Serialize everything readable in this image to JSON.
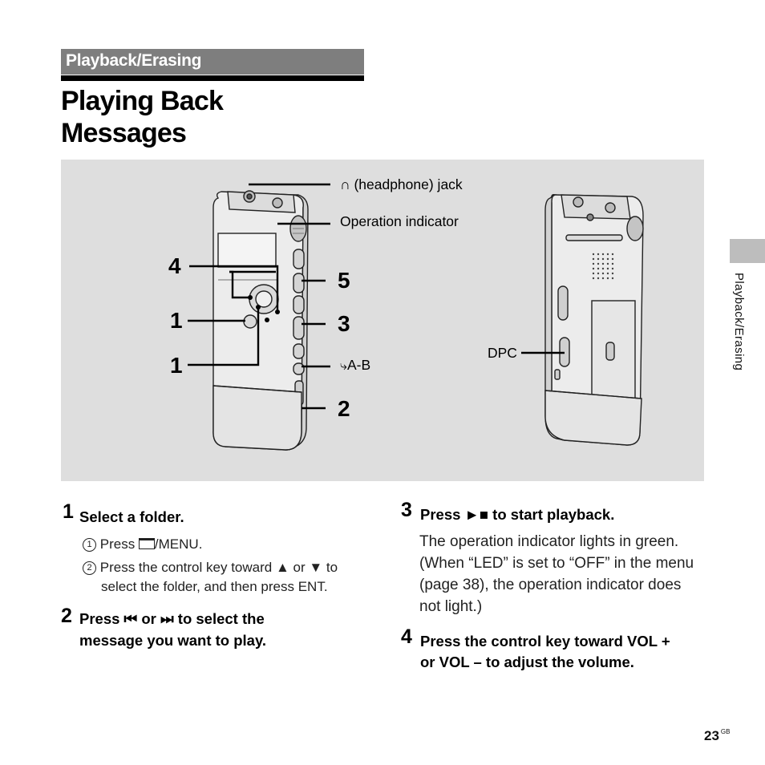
{
  "section": {
    "label": "Playback/Erasing"
  },
  "title": {
    "line1": "Playing Back",
    "line2": "Messages"
  },
  "figure": {
    "callouts": {
      "headphone": "∩ (headphone) jack",
      "indicator": "Operation indicator",
      "ab": "A-B",
      "dpc": "DPC"
    },
    "numbers": {
      "n4": "4",
      "n1a": "1",
      "n1b": "1",
      "n5": "5",
      "n3": "3",
      "n2": "2"
    }
  },
  "sidebar": {
    "tab_text": "Playback/Erasing"
  },
  "steps": {
    "s1": {
      "number": "1",
      "heading": "Select a folder.",
      "sub1_mark": "1",
      "sub1_text_a": "Press ",
      "sub1_text_b": "/MENU.",
      "sub2_mark": "2",
      "sub2_line1": "Press the control key toward ▲ or ▼ to",
      "sub2_line2": "select the folder, and then press ENT."
    },
    "s2": {
      "number": "2",
      "line1_a": "Press ",
      "line1_b": " or ",
      "line1_c": " to select the",
      "line2": "message you want to play."
    },
    "s3": {
      "number": "3",
      "heading_a": "Press ",
      "heading_b": " to start playback.",
      "body1": "The operation indicator lights in green.",
      "body2": "(When “LED” is set to “OFF” in the menu",
      "body3": "(page 38), the operation indicator does",
      "body4": "not light.)"
    },
    "s4": {
      "number": "4",
      "line1": "Press the control key toward VOL +",
      "line2": "or VOL – to adjust the volume."
    }
  },
  "footer": {
    "page": "23",
    "suffix": "GB"
  }
}
